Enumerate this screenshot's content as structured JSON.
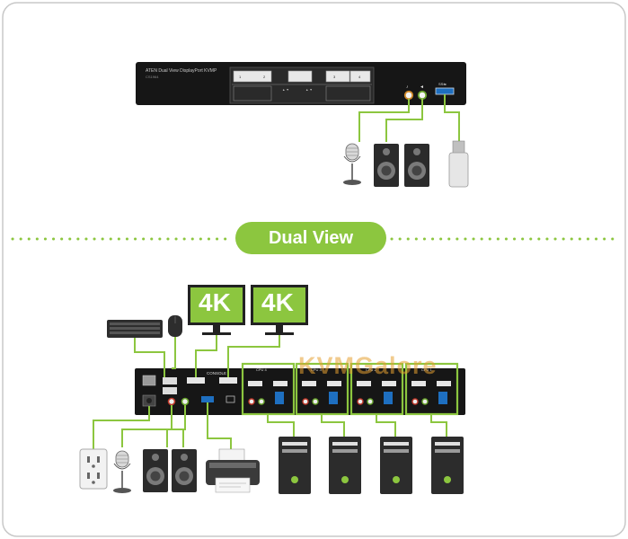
{
  "front_unit": {
    "brand_line": "ATEN  Dual View DisplayPort KVMP",
    "model_line": "CS1964",
    "port_labels": [
      "1",
      "2",
      "3",
      "4"
    ],
    "button_labels": [
      "",
      "",
      "",
      ""
    ]
  },
  "banner": {
    "label": "Dual View"
  },
  "rear_unit": {
    "console_label": "CONSOLE",
    "cpu_labels": [
      "CPU 4",
      "CPU 3",
      "CPU 2",
      "CPU 1"
    ]
  },
  "monitors": [
    "4K",
    "4K"
  ],
  "watermark": "KVMGalore",
  "colors": {
    "accent": "#8cc63f",
    "unit": "#151515",
    "usb_blue": "#1e6fc0"
  }
}
